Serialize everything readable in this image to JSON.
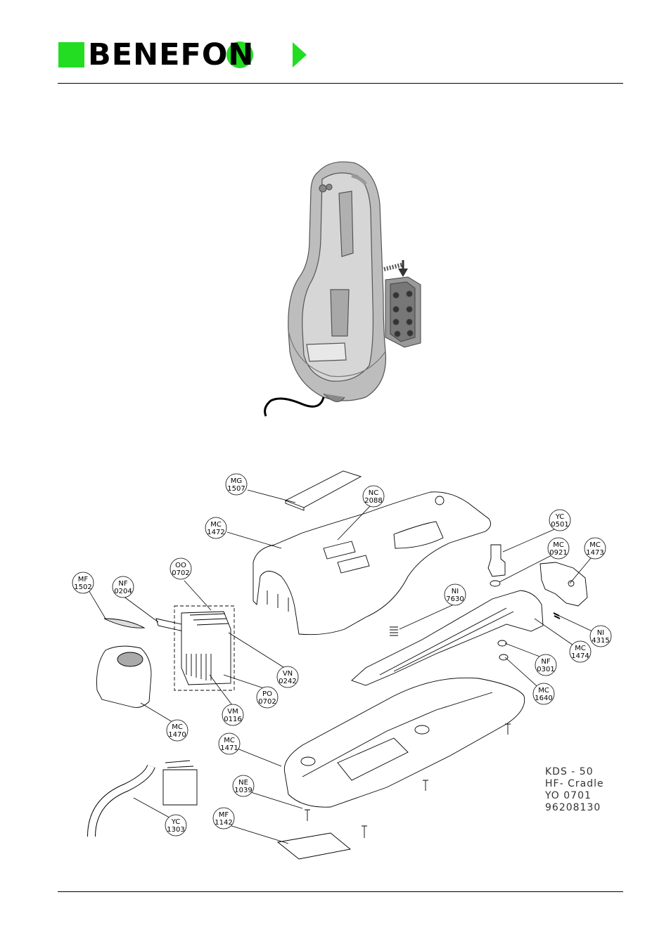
{
  "header": {
    "brand": "BENEFON",
    "brand_color": "#22dd22"
  },
  "parts": [
    {
      "code": "MG",
      "num": "1507"
    },
    {
      "code": "NC",
      "num": "2088"
    },
    {
      "code": "MC",
      "num": "1472"
    },
    {
      "code": "YC",
      "num": "0501"
    },
    {
      "code": "MC",
      "num": "0921"
    },
    {
      "code": "MC",
      "num": "1473"
    },
    {
      "code": "MF",
      "num": "1502"
    },
    {
      "code": "NF",
      "num": "0204"
    },
    {
      "code": "OO",
      "num": "0702"
    },
    {
      "code": "NI",
      "num": "7630"
    },
    {
      "code": "NI",
      "num": "4315"
    },
    {
      "code": "MC",
      "num": "1474"
    },
    {
      "code": "VN",
      "num": "0242"
    },
    {
      "code": "PO",
      "num": "0702"
    },
    {
      "code": "NF",
      "num": "0301"
    },
    {
      "code": "VM",
      "num": "0116"
    },
    {
      "code": "MC",
      "num": "1640"
    },
    {
      "code": "MC",
      "num": "1470"
    },
    {
      "code": "MC",
      "num": "1471"
    },
    {
      "code": "NE",
      "num": "1039"
    },
    {
      "code": "MF",
      "num": "1142"
    },
    {
      "code": "YC",
      "num": "1303"
    }
  ],
  "title_block": {
    "line1": "KDS - 50",
    "line2": "HF- Cradle",
    "line3": "YO 0701",
    "line4": "96208130"
  }
}
